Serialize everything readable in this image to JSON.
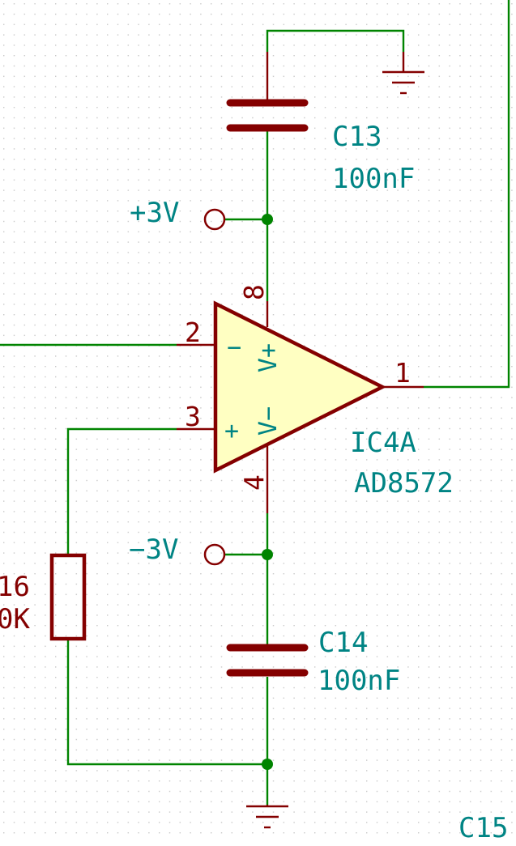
{
  "colors": {
    "background": "#ffffff",
    "grid_dot": "#c8c8c8",
    "wire": "#008400",
    "junction": "#008400",
    "component": "#840000",
    "opamp_fill": "#ffffc2",
    "ref_text": "#008484"
  },
  "opamp": {
    "reference": "IC4A",
    "value": "AD8572",
    "pins": {
      "inverting": "2",
      "non_inverting": "3",
      "output": "1",
      "v_plus": "8",
      "v_minus": "4"
    },
    "symbols": {
      "minus": "−",
      "plus": "+",
      "v_plus": "V+",
      "v_minus": "V−"
    }
  },
  "capacitors": [
    {
      "reference": "C13",
      "value": "100nF"
    },
    {
      "reference": "C14",
      "value": "100nF"
    }
  ],
  "resistor": {
    "reference_partial": "16",
    "value_partial": "0K"
  },
  "power_ports": [
    {
      "label": "+3V"
    },
    {
      "label": "−3V"
    }
  ],
  "partial_ref": "C15"
}
